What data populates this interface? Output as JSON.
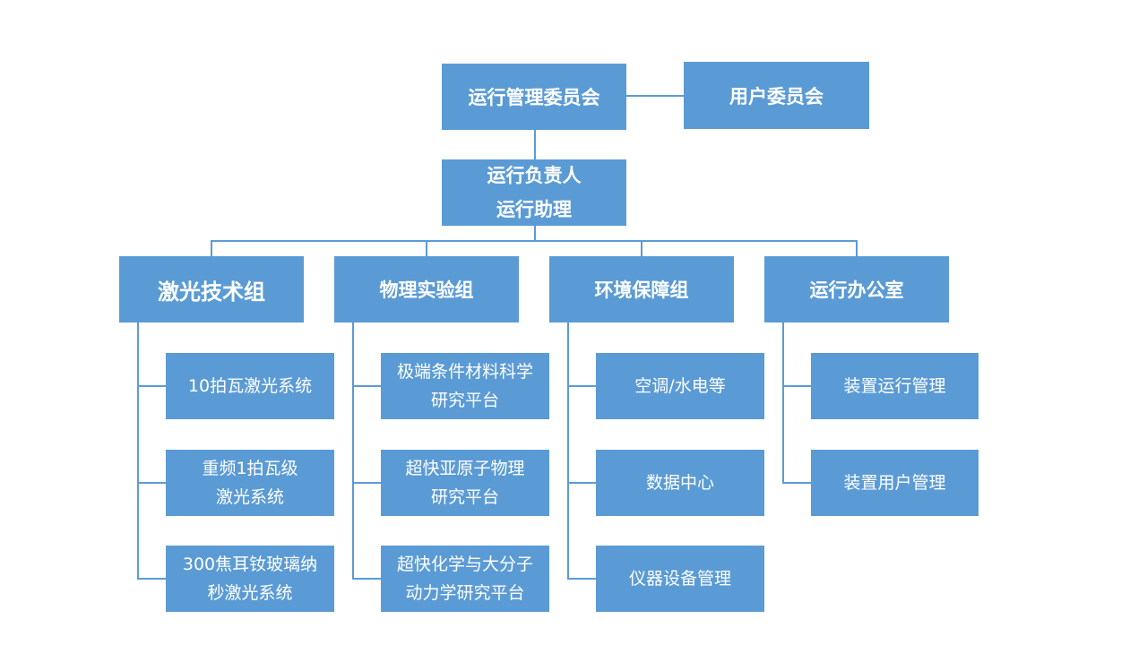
{
  "top": {
    "committee": "运行管理委员会",
    "user_committee": "用户委员会"
  },
  "leader": {
    "line1": "运行负责人",
    "line2": "运行助理"
  },
  "groups": [
    {
      "label": "激光技术组",
      "items": [
        [
          "10拍瓦激光系统"
        ],
        [
          "重频1拍瓦级",
          "激光系统"
        ],
        [
          "300焦耳钕玻璃纳",
          "秒激光系统"
        ]
      ]
    },
    {
      "label": "物理实验组",
      "items": [
        [
          "极端条件材料科学",
          "研究平台"
        ],
        [
          "超快亚原子物理",
          "研究平台"
        ],
        [
          "超快化学与大分子",
          "动力学研究平台"
        ]
      ]
    },
    {
      "label": "环境保障组",
      "items": [
        [
          "空调/水电等"
        ],
        [
          "数据中心"
        ],
        [
          "仪器设备管理"
        ]
      ]
    },
    {
      "label": "运行办公室",
      "items": [
        [
          "装置运行管理"
        ],
        [
          "装置用户管理"
        ]
      ]
    }
  ]
}
